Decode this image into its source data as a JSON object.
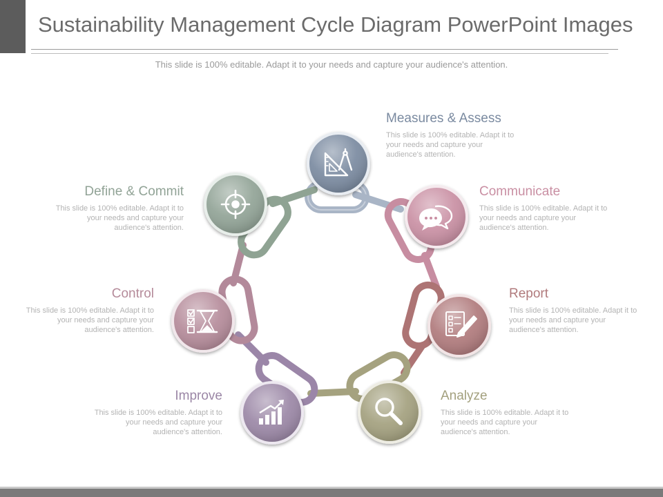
{
  "header": {
    "title": "Sustainability Management Cycle Diagram PowerPoint Images",
    "subtitle": "This slide is 100% editable. Adapt it to your needs and capture your audience's attention."
  },
  "diagram": {
    "steps": [
      {
        "title": "Measures & Assess",
        "desc": "This slide is 100% editable. Adapt it to your needs and capture your audience's attention.",
        "color": "#7a8aa0",
        "icon": "compass-ruler-icon"
      },
      {
        "title": "Communicate",
        "desc": "This slide is 100% editable. Adapt it to your needs and capture your audience's attention.",
        "color": "#c98fa3",
        "icon": "chat-bubbles-icon"
      },
      {
        "title": "Report",
        "desc": "This slide is 100% editable. Adapt it to your needs and capture your audience's attention.",
        "color": "#b07a7c",
        "icon": "checklist-pencil-icon"
      },
      {
        "title": "Analyze",
        "desc": "This slide is 100% editable. Adapt it to your needs and capture your audience's attention.",
        "color": "#a3a07e",
        "icon": "magnifier-icon"
      },
      {
        "title": "Improve",
        "desc": "This slide is 100% editable. Adapt it to your needs and capture your audience's attention.",
        "color": "#9b87a6",
        "icon": "bar-chart-growth-icon"
      },
      {
        "title": "Control",
        "desc": "This slide is 100% editable. Adapt it to your needs and capture your audience's attention.",
        "color": "#b58b9a",
        "icon": "checklist-hourglass-icon"
      },
      {
        "title": "Define & Commit",
        "desc": "This slide is 100% editable. Adapt it to your needs and capture your audience's attention.",
        "color": "#91a396",
        "icon": "target-crosshair-icon"
      }
    ]
  }
}
